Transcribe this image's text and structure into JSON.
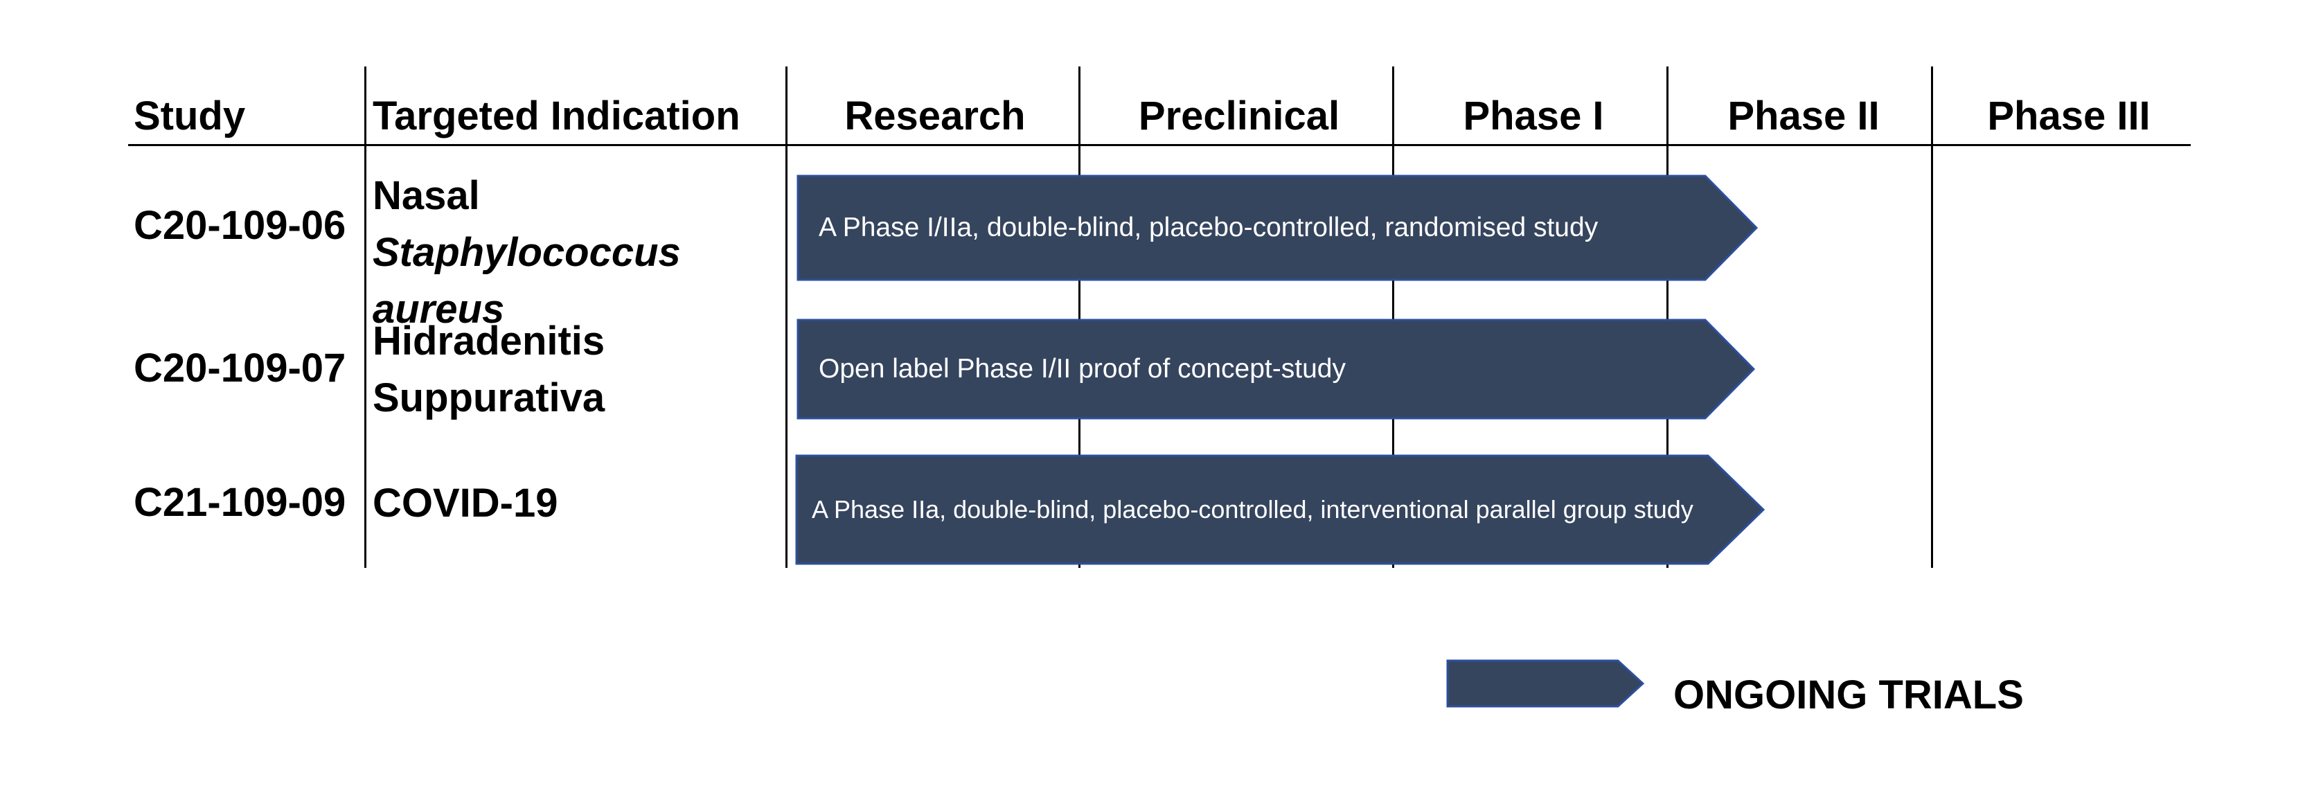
{
  "colors": {
    "arrow_fill": "#36455e",
    "arrow_stroke": "#2c4f9e",
    "text": "#000000",
    "arrow_text": "#ffffff"
  },
  "headers": {
    "study": "Study",
    "indication": "Targeted Indication",
    "phases": [
      "Research",
      "Preclinical",
      "Phase I",
      "Phase II",
      "Phase III"
    ]
  },
  "studies": [
    {
      "id": "C20-109-06",
      "indication_parts": [
        {
          "text": "Nasal ",
          "italic": false
        },
        {
          "text": "Staphylococcus aureus",
          "italic": true
        }
      ],
      "description": "A Phase I/IIa, double-blind, placebo-controlled, randomised study",
      "stage_reached": "Phase II"
    },
    {
      "id": "C20-109-07",
      "indication_parts": [
        {
          "text": "Hidradenitis Suppurativa",
          "italic": false
        }
      ],
      "description": "Open label Phase I/II proof of concept-study",
      "stage_reached": "Phase II"
    },
    {
      "id": "C21-109-09",
      "indication_parts": [
        {
          "text": "COVID-19",
          "italic": false
        }
      ],
      "description": "A Phase IIa, double-blind,  placebo-controlled,  interventional  parallel  group  study",
      "stage_reached": "Phase II"
    }
  ],
  "legend": {
    "label": "ONGOING TRIALS",
    "icon": "arrow-shape-icon"
  }
}
